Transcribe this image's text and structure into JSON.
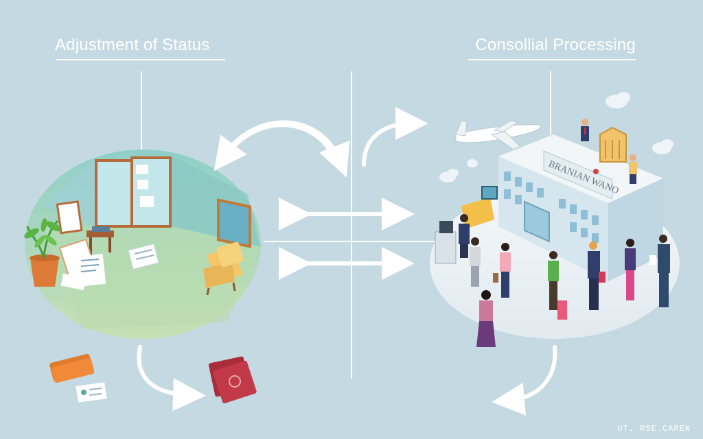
{
  "titles": {
    "left": "Adjustment of Status",
    "right": "Consollial Processing"
  },
  "building_sign": "BRANIAN WANO",
  "footer": "UT. RSE.CAREN",
  "colors": {
    "background": "#c5d9e2",
    "accent": "#ffffff",
    "left_circle": "#a9d3c3",
    "right_circle": "#eef3f6"
  },
  "icons": [
    "houseplant-icon",
    "armchair-icon",
    "document-icon",
    "passport-icon",
    "wallet-icon",
    "airplane-icon",
    "building-icon",
    "cloud-icon",
    "person-icon"
  ]
}
